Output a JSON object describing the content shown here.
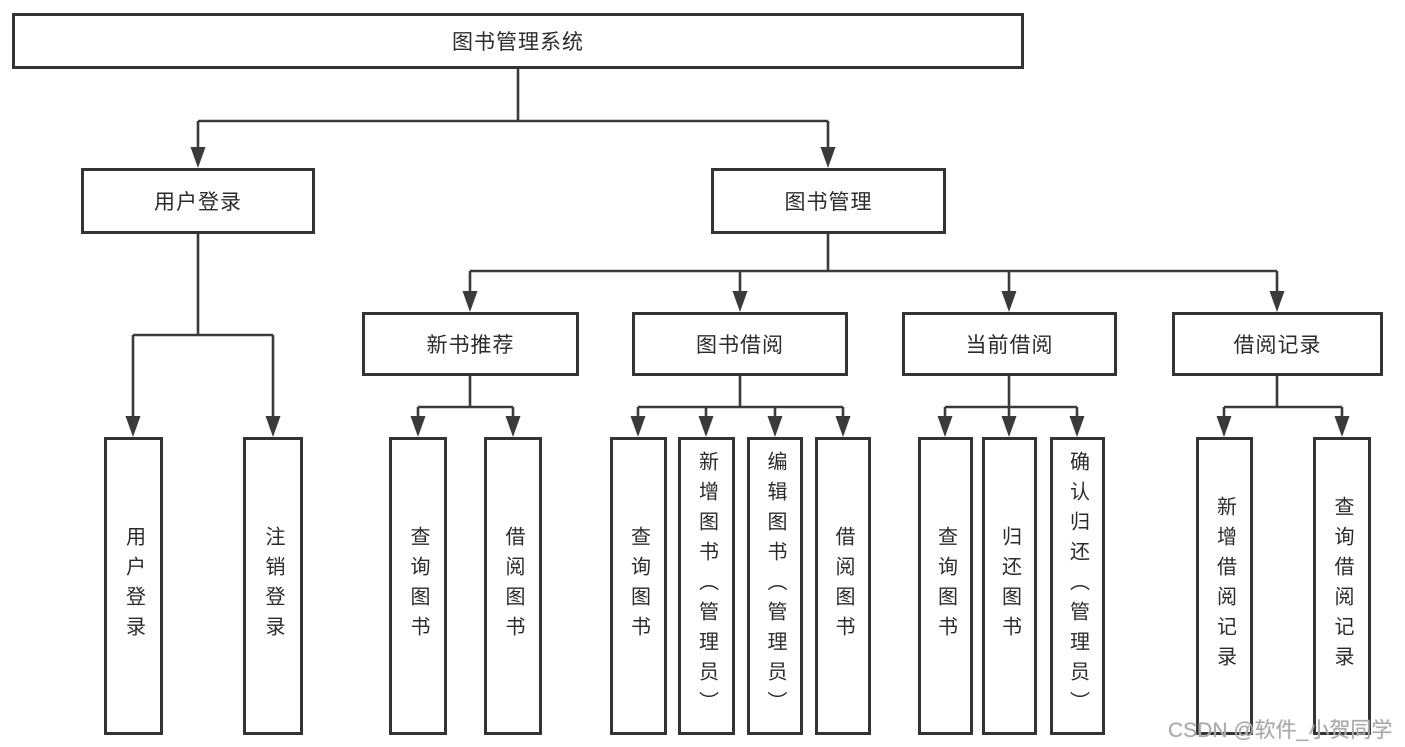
{
  "tree": {
    "root": {
      "label": "图书管理系统",
      "children": [
        {
          "label": "用户登录",
          "children": [
            {
              "label": "用户登录"
            },
            {
              "label": "注销登录"
            }
          ]
        },
        {
          "label": "图书管理",
          "children": [
            {
              "label": "新书推荐",
              "children": [
                {
                  "label": "查询图书"
                },
                {
                  "label": "借阅图书"
                }
              ]
            },
            {
              "label": "图书借阅",
              "children": [
                {
                  "label": "查询图书"
                },
                {
                  "label": "新增图书（管理员）"
                },
                {
                  "label": "编辑图书（管理员）"
                },
                {
                  "label": "借阅图书"
                }
              ]
            },
            {
              "label": "当前借阅",
              "children": [
                {
                  "label": "查询图书"
                },
                {
                  "label": "归还图书"
                },
                {
                  "label": "确认归还（管理员）"
                }
              ]
            },
            {
              "label": "借阅记录",
              "children": [
                {
                  "label": "新增借阅记录"
                },
                {
                  "label": "查询借阅记录"
                }
              ]
            }
          ]
        }
      ]
    }
  },
  "watermark": {
    "text": "CSDN @软件_小贺同学"
  },
  "colors": {
    "line": "#3a3a3a",
    "box_border": "#333333",
    "text": "#2b2b2b",
    "watermark": "#a9a9a9",
    "background": "#ffffff"
  }
}
